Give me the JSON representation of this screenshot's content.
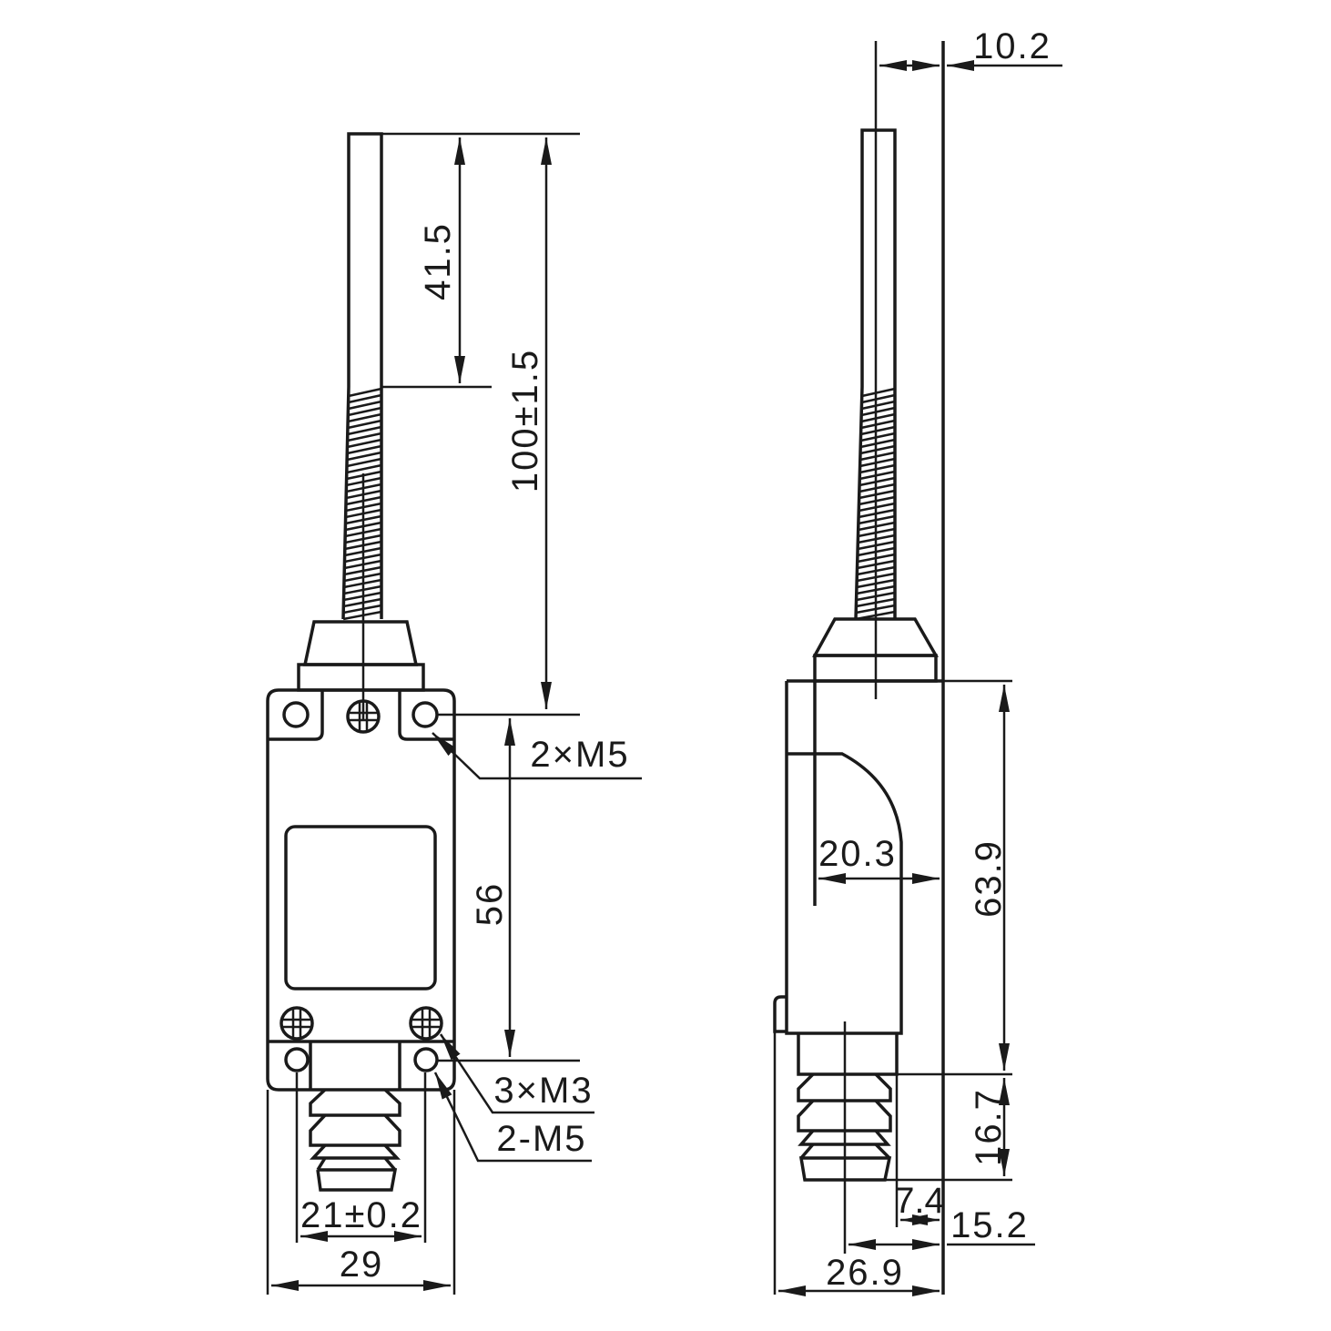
{
  "front_view": {
    "dims": {
      "lever_plain_length": "41.5",
      "lever_total_length": "100±1.5",
      "mount_pitch_vertical": "56",
      "top_holes": "2×M5",
      "screws": "3×M3",
      "bottom_holes": "2-M5",
      "hole_pitch_horizontal": "21±0.2",
      "width": "29"
    }
  },
  "side_view": {
    "dims": {
      "lever_offset": "10.2",
      "head_depth": "20.3",
      "body_height": "63.9",
      "plunger_height": "16.7",
      "plunger_offset_small": "7.4",
      "plunger_offset": "15.2",
      "depth": "26.9"
    }
  },
  "colors": {
    "line": "#1a1a1a",
    "background": "#ffffff"
  }
}
